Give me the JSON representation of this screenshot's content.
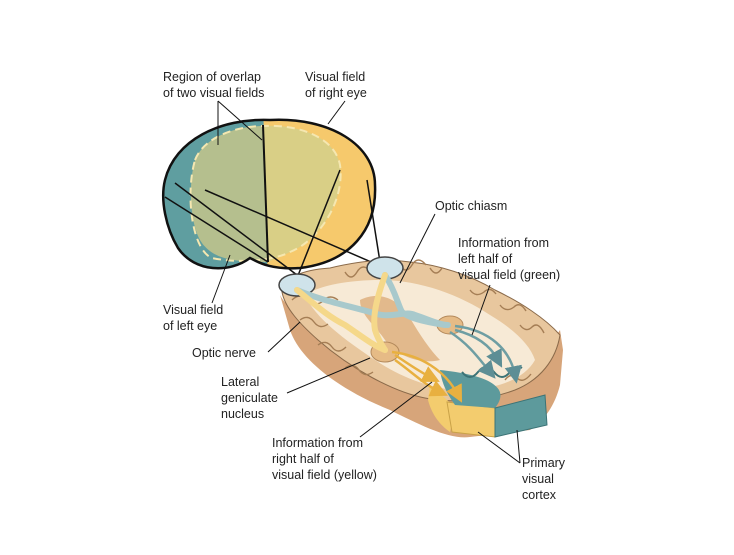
{
  "labels": {
    "overlap": "Region of overlap\nof two visual fields",
    "right_field": "Visual field\nof right eye",
    "left_field": "Visual field\nof left eye",
    "optic_chiasm": "Optic chiasm",
    "info_left": "Information from\nleft half of\nvisual field (green)",
    "optic_nerve": "Optic nerve",
    "lgn": "Lateral\ngeniculate\nnucleus",
    "info_right": "Information from\nright half of\nvisual field (yellow)",
    "primary_cortex": "Primary\nvisual\ncortex"
  },
  "colors": {
    "green_field": "#5f9ea0",
    "yellow_field": "#f6c96c",
    "overlap": "#b5bf8e",
    "brain_tan": "#e8c79e",
    "white_matter": "#f7ead6",
    "green_cortex": "#5d9a9c",
    "yellow_cortex": "#f3cc6e"
  }
}
